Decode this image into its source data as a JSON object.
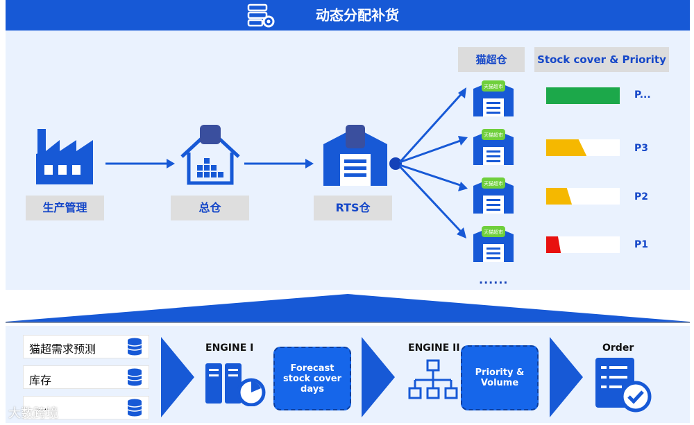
{
  "header": {
    "title": "动态分配补货"
  },
  "flow": {
    "nodes": [
      {
        "label": "生产管理",
        "icon": "factory-icon"
      },
      {
        "label": "总仓",
        "icon": "warehouse-icon"
      },
      {
        "label": "RTS仓",
        "icon": "rts-warehouse-icon"
      }
    ]
  },
  "right_panel": {
    "col1_header": "猫超仓",
    "col2_header": "Stock cover & Priority",
    "store_badge": "天猫超市",
    "ellipsis": "......",
    "rows": [
      {
        "priority": "P...",
        "fill": 1.0,
        "color": "#1ca84a"
      },
      {
        "priority": "P3",
        "fill": 0.55,
        "color": "#f5b800"
      },
      {
        "priority": "P2",
        "fill": 0.35,
        "color": "#f5b800"
      },
      {
        "priority": "P1",
        "fill": 0.2,
        "color": "#e8110f"
      }
    ]
  },
  "inputs": [
    {
      "label": "猫超需求预测"
    },
    {
      "label": "库存"
    },
    {
      "label": "....."
    }
  ],
  "engine1": {
    "title": "ENGINE I",
    "box": [
      "Forecast",
      "stock cover",
      "days"
    ]
  },
  "engine2": {
    "title": "ENGINE II",
    "box": [
      "Priority &",
      "Volume"
    ]
  },
  "order": {
    "title": "Order"
  },
  "watermark": "大数跨境",
  "colors": {
    "brand_blue": "#1759d6",
    "panel_bg": "#eaf2fe"
  }
}
